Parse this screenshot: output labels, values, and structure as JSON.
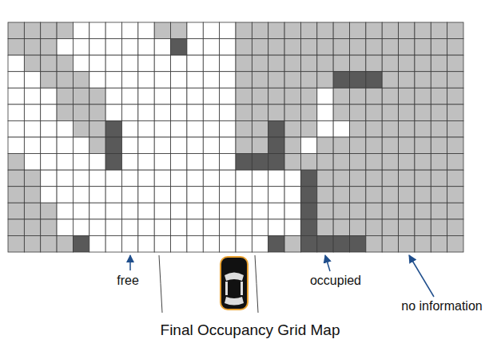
{
  "diagram": {
    "caption": "Final Occupancy Grid Map",
    "labels": [
      "free",
      "occupied",
      "no information"
    ]
  }
}
